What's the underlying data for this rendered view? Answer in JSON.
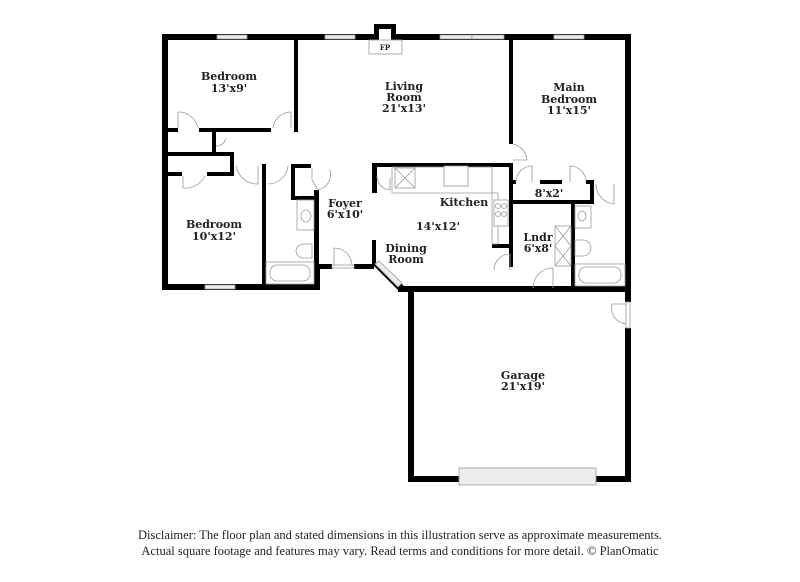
{
  "floor_plan": {
    "rooms": [
      {
        "id": "bedroom-2",
        "name": "Bedroom",
        "dims": "13'x9'"
      },
      {
        "id": "living-room",
        "name_line1": "Living",
        "name_line2": "Room",
        "dims": "21'x13'"
      },
      {
        "id": "main-bedroom",
        "name_line1": "Main",
        "name_line2": "Bedroom",
        "dims": "11'x15'"
      },
      {
        "id": "closet",
        "dims": "8'x2'"
      },
      {
        "id": "bedroom-3",
        "name": "Bedroom",
        "dims": "10'x12'"
      },
      {
        "id": "foyer",
        "name": "Foyer",
        "dims": "6'x10'"
      },
      {
        "id": "kitchen",
        "name": "Kitchen",
        "dims": "14'x12'"
      },
      {
        "id": "dining-room",
        "name_line1": "Dining",
        "name_line2": "Room"
      },
      {
        "id": "laundry",
        "name": "Lndr",
        "dims": "6'x8'"
      },
      {
        "id": "garage",
        "name": "Garage",
        "dims": "21'x19'"
      }
    ],
    "fireplace_label": "FP",
    "colors": {
      "wall": "#000000",
      "fixture": "#9a9a9a",
      "window": "#ececec"
    }
  },
  "disclaimer": {
    "line1": "Disclaimer: The floor plan and stated dimensions in this illustration serve as approximate measurements.",
    "line2": "Actual square footage and features may vary. Read terms and conditions for more detail. © PlanOmatic"
  }
}
